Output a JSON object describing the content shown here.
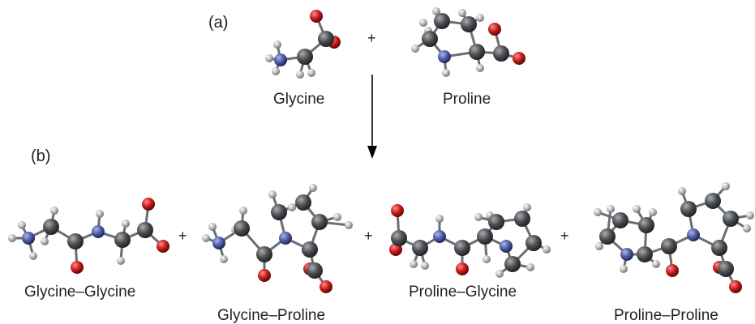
{
  "panel_labels": {
    "a": "(a)",
    "b": "(b)"
  },
  "plus_sign": "+",
  "molecules": {
    "glycine": "Glycine",
    "proline": "Proline",
    "glycine_glycine": "Glycine–Glycine",
    "glycine_proline": "Glycine–Proline",
    "proline_glycine": "Proline–Glycine",
    "proline_proline": "Proline–Proline"
  },
  "colors": {
    "carbon": "#4a4d50",
    "oxygen": "#c41a1a",
    "nitrogen": "#4d5aa0",
    "hydrogen": "#b8b8b8",
    "bond": "#6b6e72",
    "text": "#231f20"
  }
}
